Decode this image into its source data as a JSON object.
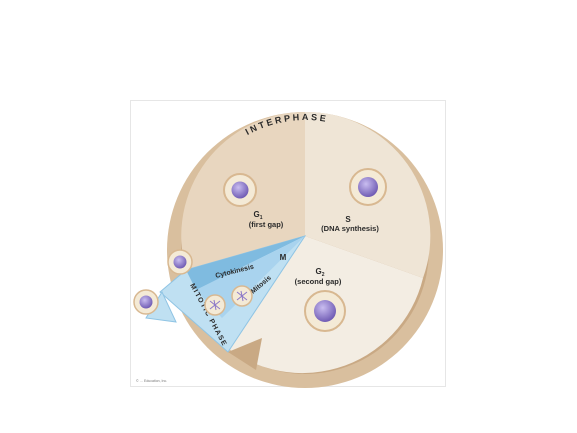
{
  "diagram": {
    "ring_label": "INTERPHASE",
    "mitotic_label": "MITOTIC PHASE",
    "phases": {
      "g1": {
        "symbol": "G",
        "subscript": "1",
        "name": "(first gap)"
      },
      "s": {
        "symbol": "S",
        "name": "(DNA synthesis)"
      },
      "g2": {
        "symbol": "G",
        "subscript": "2",
        "name": "(second gap)"
      },
      "m": {
        "symbol": "M"
      },
      "cytokinesis": "Cytokinesis",
      "mitosis": "Mitosis"
    },
    "credit": "© … Education, Inc."
  },
  "colors": {
    "ring": "#d9bf9e",
    "g1": "#e8d6bf",
    "s": "#efe5d6",
    "g2": "#f3ede3",
    "mitotic_light": "#bfe0f2",
    "mitotic_dark": "#7fbbe0",
    "cell_body": "#f4ead6",
    "cell_rim": "#d8b891",
    "nucleus": "#8c78c8"
  }
}
